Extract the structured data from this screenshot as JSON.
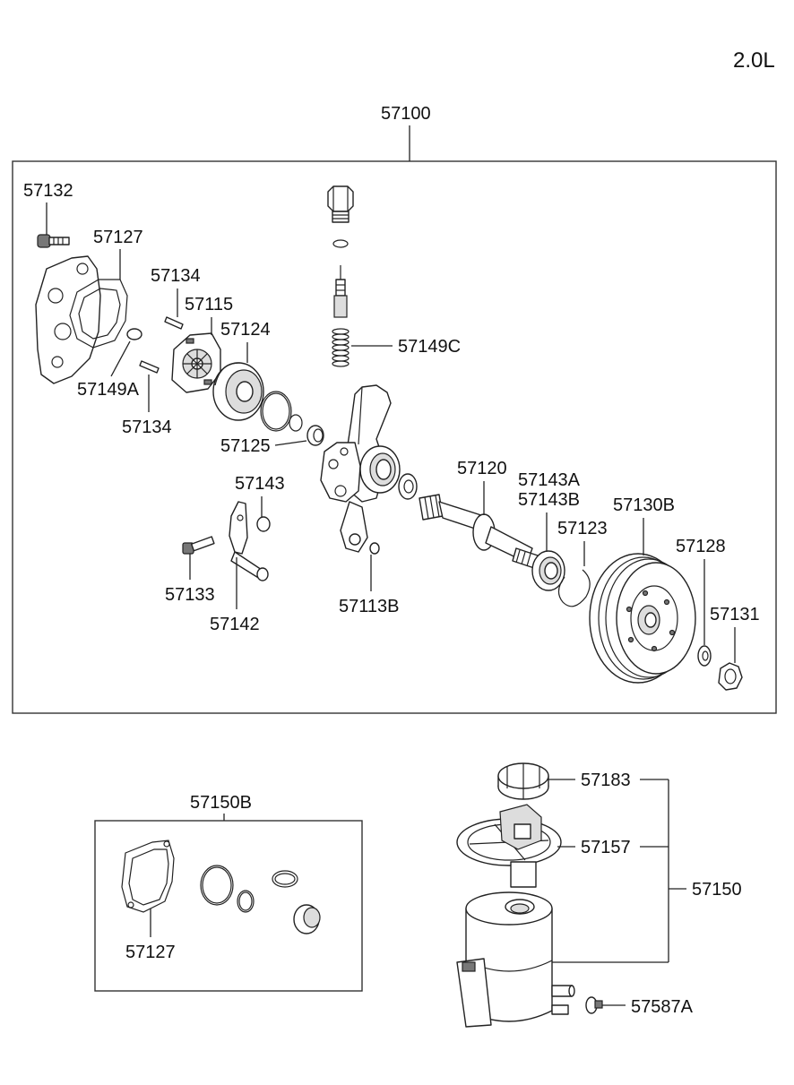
{
  "engine": "2.0L",
  "labels": {
    "p57100": "57100",
    "p57132": "57132",
    "p57127a": "57127",
    "p57134a": "57134",
    "p57115": "57115",
    "p57124": "57124",
    "p57149c": "57149C",
    "p57149a": "57149A",
    "p57134b": "57134",
    "p57125": "57125",
    "p57143": "57143",
    "p57120": "57120",
    "p57143a": "57143A",
    "p57143b": "57143B",
    "p57130b": "57130B",
    "p57123": "57123",
    "p57128": "57128",
    "p57131": "57131",
    "p57133": "57133",
    "p57142": "57142",
    "p57113b": "57113B",
    "p57150b": "57150B",
    "p57127b": "57127",
    "p57183": "57183",
    "p57157": "57157",
    "p57150": "57150",
    "p57587a": "57587A"
  }
}
